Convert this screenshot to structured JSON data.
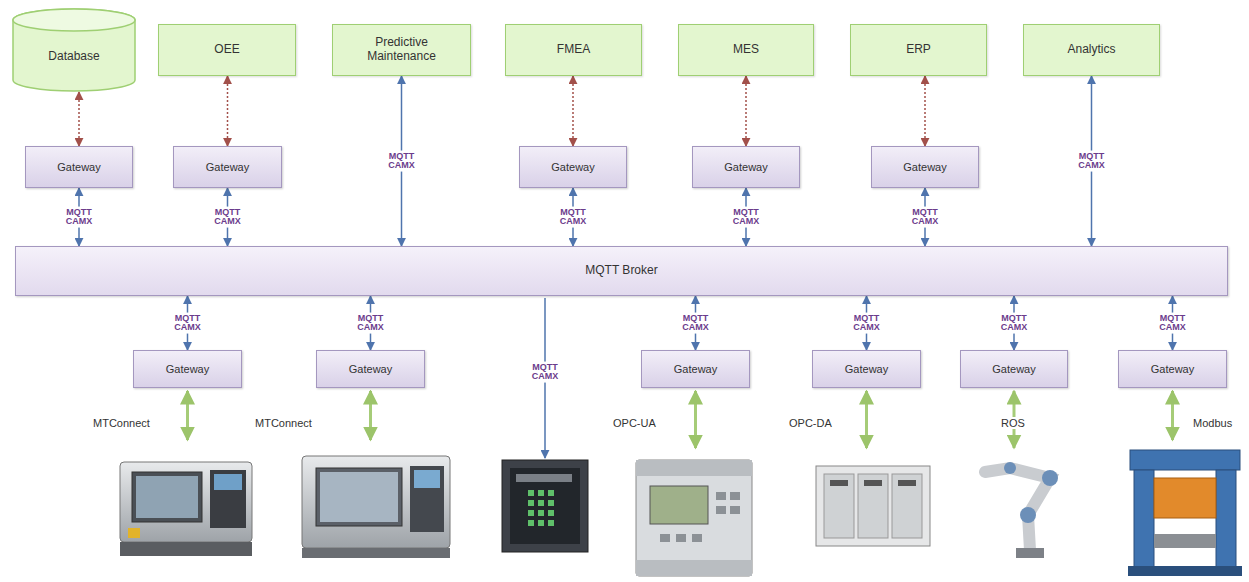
{
  "diagram": {
    "nodes": [
      {
        "text": [
          "Database"
        ]
      },
      {
        "text": [
          "OEE"
        ]
      },
      {
        "text": [
          "Predictive Maintenance"
        ]
      },
      {
        "text": [
          "FMEA"
        ]
      },
      {
        "text": [
          "MES"
        ]
      },
      {
        "text": [
          "ERP"
        ]
      },
      {
        "text": [
          "Analytics"
        ]
      },
      {
        "text": [
          "Gateway"
        ]
      },
      {
        "text": [
          "Gateway"
        ]
      },
      {
        "text": [
          "Gateway"
        ]
      },
      {
        "text": [
          "Gateway"
        ]
      },
      {
        "text": [
          "Gateway"
        ]
      },
      {
        "text": [
          "MQTT Broker"
        ]
      },
      {
        "text": [
          "Gateway"
        ]
      },
      {
        "text": [
          "Gateway"
        ]
      },
      {
        "text": [
          "Gateway"
        ]
      },
      {
        "text": [
          "Gateway"
        ]
      },
      {
        "text": [
          "Gateway"
        ]
      },
      {
        "text": [
          "Gateway"
        ]
      }
    ],
    "edges": [
      {
        "from": 0,
        "to": 7,
        "arrow": "both"
      },
      {
        "from": 1,
        "to": 8,
        "arrow": "both"
      },
      {
        "from": 3,
        "to": 9,
        "arrow": "both"
      },
      {
        "from": 4,
        "to": 10,
        "arrow": "both"
      },
      {
        "from": 5,
        "to": 11,
        "arrow": "both"
      },
      {
        "from": 7,
        "to": 12,
        "label": "MQTT CAMX",
        "arrow": "both"
      },
      {
        "from": 8,
        "to": 12,
        "label": "MQTT CAMX",
        "arrow": "both"
      },
      {
        "from": 2,
        "to": 12,
        "label": "MQTT CAMX",
        "arrow": "both"
      },
      {
        "from": 9,
        "to": 12,
        "label": "MQTT CAMX",
        "arrow": "both"
      },
      {
        "from": 10,
        "to": 12,
        "label": "MQTT CAMX",
        "arrow": "both"
      },
      {
        "from": 11,
        "to": 12,
        "label": "MQTT CAMX",
        "arrow": "both"
      },
      {
        "from": 6,
        "to": 12,
        "label": "MQTT CAMX",
        "arrow": "both"
      },
      {
        "from": 12,
        "to": 13,
        "label": "MQTT CAMX",
        "arrow": "both"
      },
      {
        "from": 12,
        "to": 14,
        "label": "MQTT CAMX",
        "arrow": "both"
      },
      {
        "from": 12,
        "to": 15,
        "label": "MQTT CAMX",
        "arrow": "both"
      },
      {
        "from": 12,
        "to": 16,
        "label": "MQTT CAMX",
        "arrow": "both"
      },
      {
        "from": 12,
        "to": 17,
        "label": "MQTT CAMX",
        "arrow": "both"
      },
      {
        "from": 12,
        "to": 18,
        "label": "MQTT CAMX",
        "arrow": "both"
      }
    ],
    "labels": [
      "MTConnect",
      "MTConnect",
      "MQTT CAMX",
      "OPC-UA",
      "OPC-DA",
      "ROS",
      "Modbus"
    ]
  }
}
